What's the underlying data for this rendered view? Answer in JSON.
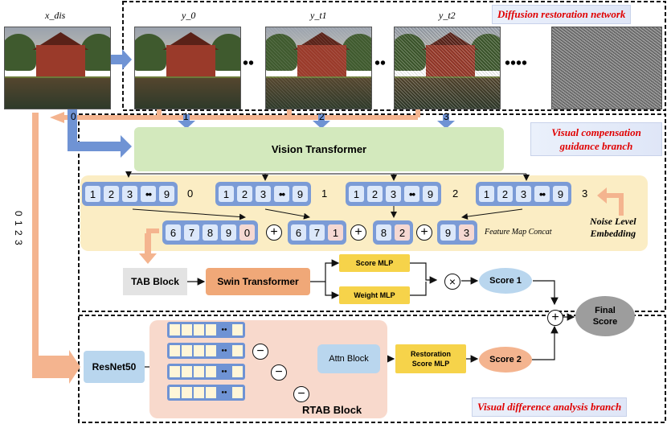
{
  "regions": {
    "diffusion": "Diffusion restoration network",
    "visual_compensation": "Visual compensation guidance branch",
    "visual_difference": "Visual difference analysis branch"
  },
  "images": {
    "x_dis": "x_dis",
    "y0": "y_0",
    "yt1": "y_t1",
    "yt2": "y_t2"
  },
  "ellipses": [
    "••",
    "••",
    "••••"
  ],
  "branch_indices": [
    "0",
    "1",
    "2",
    "3"
  ],
  "side_label": "0 1 2 3",
  "vit_label": "Vision Transformer",
  "token_groups": [
    {
      "tokens": [
        "1",
        "2",
        "3",
        "••",
        "9"
      ],
      "level": "0"
    },
    {
      "tokens": [
        "1",
        "2",
        "3",
        "••",
        "9"
      ],
      "level": "1"
    },
    {
      "tokens": [
        "1",
        "2",
        "3",
        "••",
        "9"
      ],
      "level": "2"
    },
    {
      "tokens": [
        "1",
        "2",
        "3",
        "••",
        "9"
      ],
      "level": "3"
    }
  ],
  "concat_groups": [
    [
      "6",
      "7",
      "8",
      "9",
      "0"
    ],
    [
      "6",
      "7",
      "1"
    ],
    [
      "8",
      "2"
    ],
    [
      "9",
      "3"
    ]
  ],
  "plus_sign": "+",
  "feature_map_concat": "Feature Map Concat",
  "noise_level_embedding": "Noise Level\nEmbedding",
  "tab_block": "TAB Block",
  "swin_transformer": "Swin Transformer",
  "score_mlp": "Score MLP",
  "weight_mlp": "Weight MLP",
  "multiply_sign": "×",
  "score1": "Score 1",
  "final_score": "Final\nScore",
  "resnet": "ResNet50",
  "minus_sign": "−",
  "attn_block": "Attn Block",
  "restoration_mlp": "Restoration\nScore MLP",
  "score2": "Score 2",
  "rtab_block": "RTAB Block",
  "colors": {
    "region_title": "#e00000",
    "token_group": "#7b9bd6",
    "vit": "#d3e9bd",
    "mlp": "#f6d34a",
    "score": "#b9d6ee",
    "final": "#9d9d9d",
    "arrow_blue": "#6f93d4",
    "arrow_orange": "#f4b48f"
  }
}
